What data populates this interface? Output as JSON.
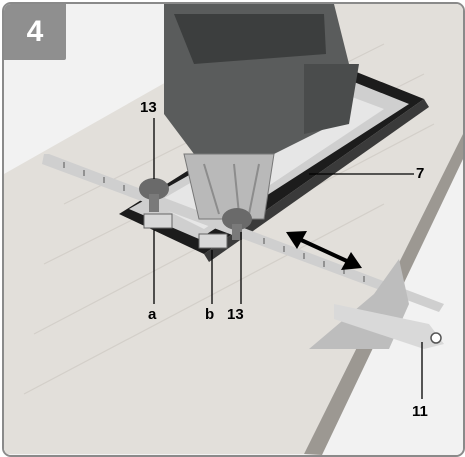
{
  "figure_number": "4",
  "callouts": {
    "part_13_top": "13",
    "part_7": "7",
    "part_a": "a",
    "part_b": "b",
    "part_13_bottom": "13",
    "part_11": "11"
  },
  "icons": [
    "double-arrow-icon"
  ],
  "colors": {
    "badge": "#8f8f8f",
    "frame_border": "#8a8a8a",
    "wood": "#e4e1dc",
    "saw_body": "#5a5c5c",
    "metal": "#d4d4d4",
    "rail": "#1c1c1c"
  }
}
